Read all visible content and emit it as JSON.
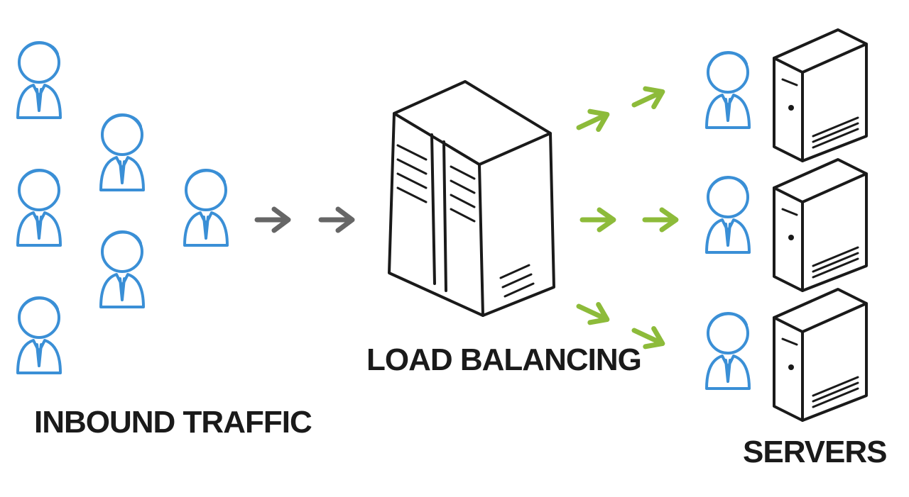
{
  "labels": {
    "inbound": "INBOUND TRAFFIC",
    "balancer": "LOAD BALANCING",
    "servers": "SERVERS"
  },
  "colors": {
    "person": "#3a8fd6",
    "inbound_arrow": "#666666",
    "outbound_arrow": "#8dbb3a",
    "ink": "#1a1a1a"
  },
  "icons": {
    "user": "user-icon",
    "load_balancer": "load-balancer-icon",
    "server": "server-tower-icon",
    "arrow": "arrow-right-icon"
  }
}
